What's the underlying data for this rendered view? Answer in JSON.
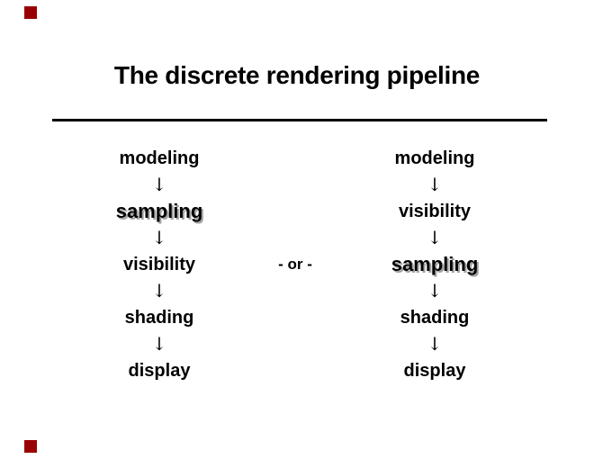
{
  "slide": {
    "title": "The discrete rendering pipeline",
    "or_label": "- or -",
    "arrow_glyph": "↓",
    "nav_square_color": "#990000",
    "background_color": "#ffffff",
    "text_color": "#000000",
    "emphasis_shadow_color": "#a3a3a3",
    "pipelines": [
      {
        "name": "left",
        "stages": [
          {
            "label": "modeling",
            "emphasized": false
          },
          {
            "label": "sampling",
            "emphasized": true
          },
          {
            "label": "visibility",
            "emphasized": false
          },
          {
            "label": "shading",
            "emphasized": false
          },
          {
            "label": "display",
            "emphasized": false
          }
        ]
      },
      {
        "name": "right",
        "stages": [
          {
            "label": "modeling",
            "emphasized": false
          },
          {
            "label": "visibility",
            "emphasized": false
          },
          {
            "label": "sampling",
            "emphasized": true
          },
          {
            "label": "shading",
            "emphasized": false
          },
          {
            "label": "display",
            "emphasized": false
          }
        ]
      }
    ]
  }
}
